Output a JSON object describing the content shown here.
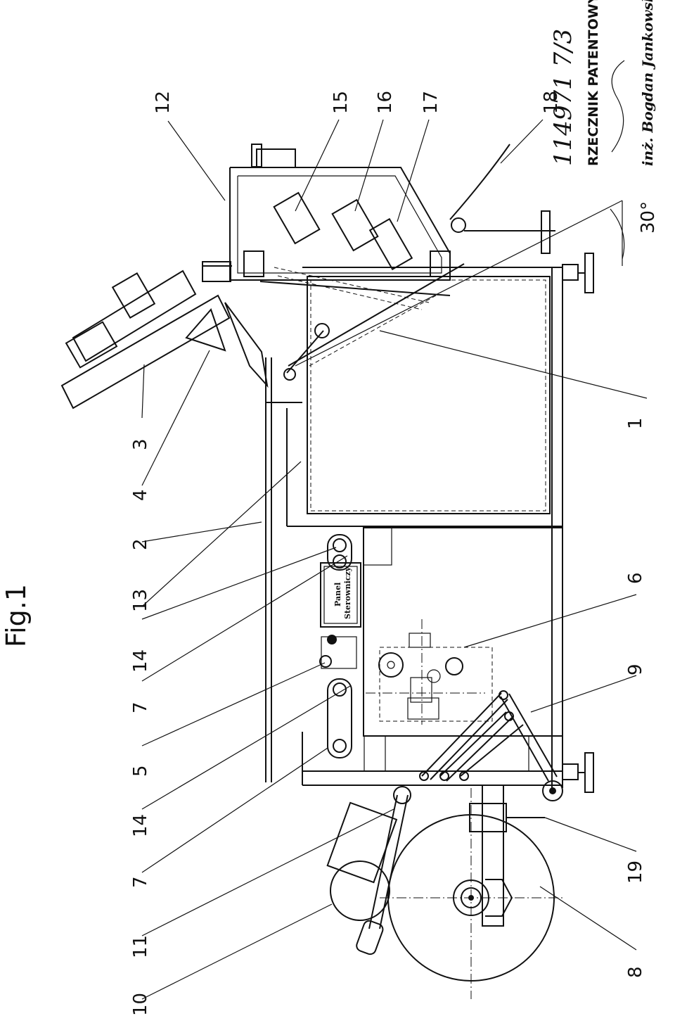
{
  "figure": {
    "caption": "Fig.1",
    "angle_label": "30°",
    "control_panel": {
      "line1": "Panel",
      "line2": "Sterowniczy"
    },
    "stamp": {
      "handwritten_number": "114971 7/3",
      "line1": "RZECZNIK PATENTOWY",
      "line2": "inż. Bogdan Jankowski"
    },
    "labels_top": [
      "12",
      "15",
      "16",
      "17",
      "18"
    ],
    "labels_right": [
      "1",
      "6",
      "9",
      "19",
      "8"
    ],
    "labels_left": [
      "3",
      "4",
      "2",
      "13",
      "14",
      "7",
      "5",
      "14",
      "7",
      "11",
      "10"
    ]
  }
}
